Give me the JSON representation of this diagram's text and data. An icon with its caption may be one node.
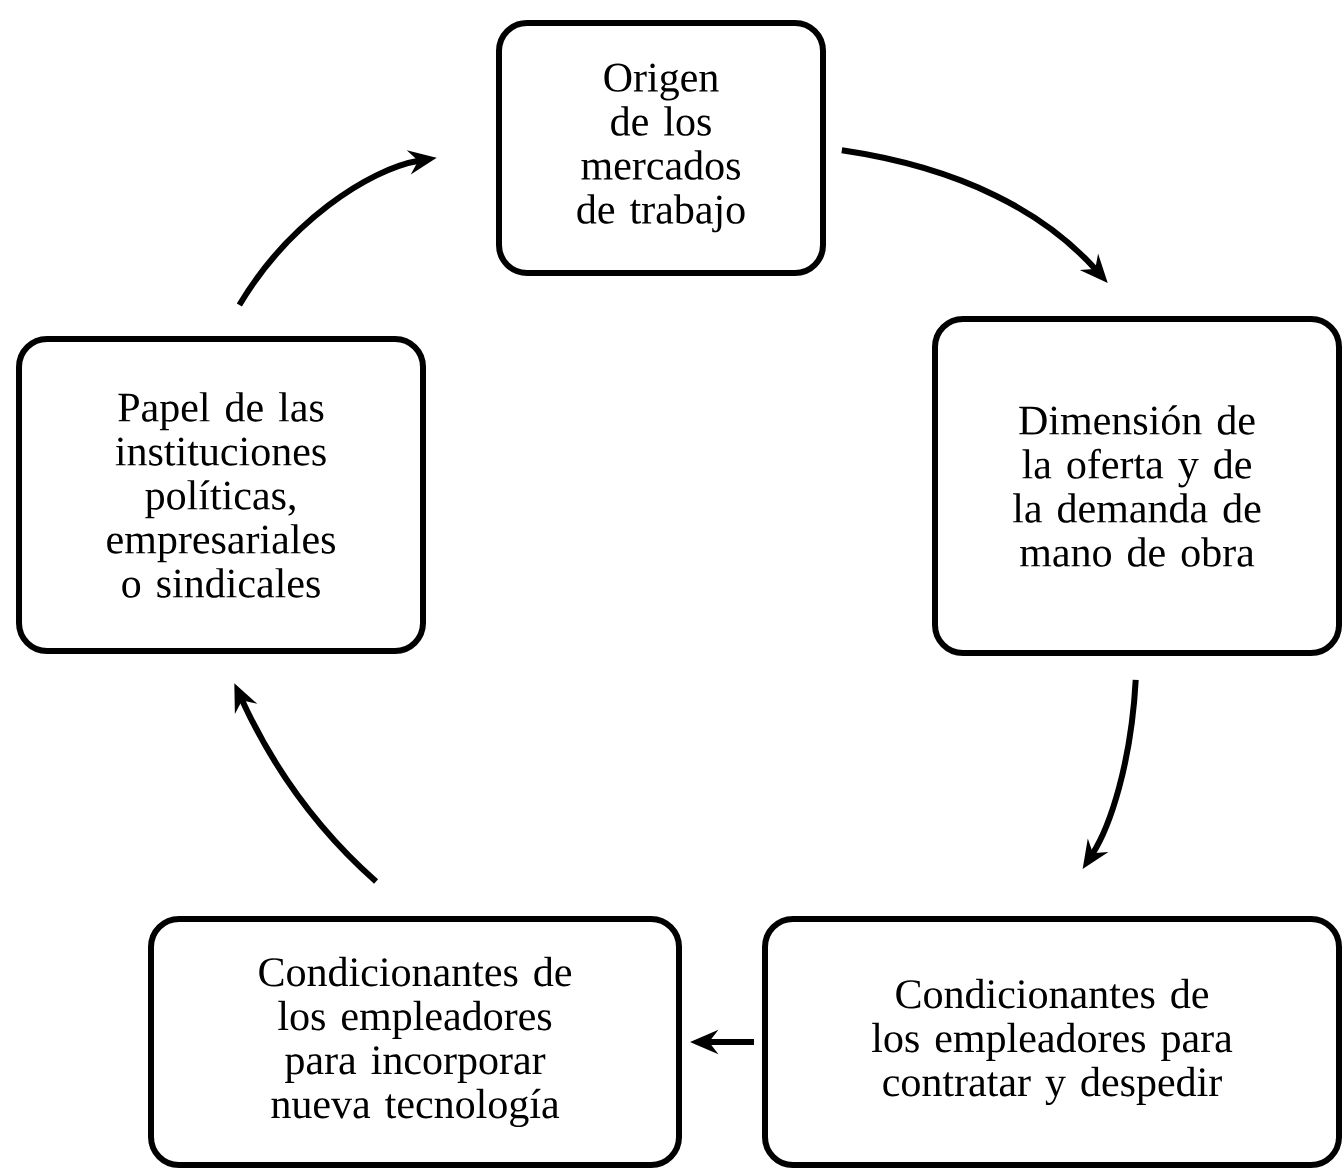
{
  "diagram": {
    "nodes": [
      {
        "text": [
          "Origen de los mercados de trabajo"
        ]
      },
      {
        "text": [
          "Dimensión de la oferta y de la demanda de mano de obra"
        ]
      },
      {
        "text": [
          "Condicionantes de los empleadores para contratar y despedir"
        ]
      },
      {
        "text": [
          "Condicionantes de los empleadores para incorporar nueva tecnología"
        ]
      },
      {
        "text": [
          "Papel de las instituciones políticas, empresariales o sindicales"
        ]
      }
    ],
    "edges": [
      {
        "from": 0,
        "to": 1,
        "arrow": "to"
      },
      {
        "from": 1,
        "to": 2,
        "arrow": "to"
      },
      {
        "from": 2,
        "to": 3,
        "arrow": "to"
      },
      {
        "from": 3,
        "to": 4,
        "arrow": "to"
      },
      {
        "from": 4,
        "to": 0,
        "arrow": "to"
      }
    ]
  }
}
